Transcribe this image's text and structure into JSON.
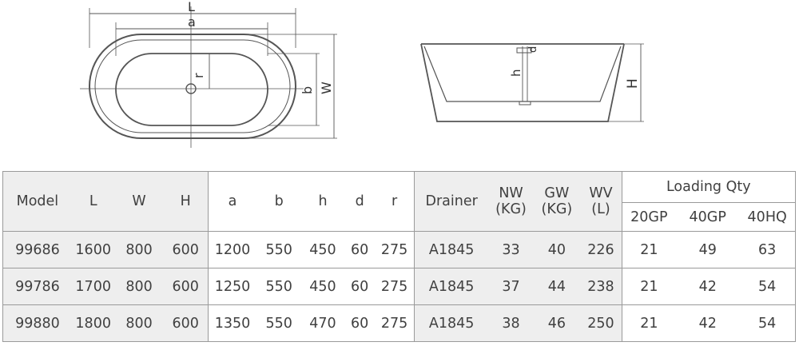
{
  "drawing": {
    "top_view": {
      "label_L": "L",
      "label_a": "a",
      "label_r": "r",
      "label_b": "b",
      "label_W": "W"
    },
    "side_view": {
      "label_h": "h",
      "label_d": "d",
      "label_H": "H"
    }
  },
  "table": {
    "headers": {
      "model": "Model",
      "L": "L",
      "W": "W",
      "H": "H",
      "a": "a",
      "b": "b",
      "h": "h",
      "d": "d",
      "r": "r",
      "drainer": "Drainer",
      "nw_1": "NW",
      "nw_2": "(KG)",
      "gw_1": "GW",
      "gw_2": "(KG)",
      "wv_1": "WV",
      "wv_2": "(L)",
      "loading": "Loading Qty",
      "gp20": "20GP",
      "gp40": "40GP",
      "hq40": "40HQ"
    },
    "rows": [
      {
        "model": "99686",
        "L": "1600",
        "W": "800",
        "H": "600",
        "a": "1200",
        "b": "550",
        "h": "450",
        "d": "60",
        "r": "275",
        "drainer": "A1845",
        "nw": "33",
        "gw": "40",
        "wv": "226",
        "gp20": "21",
        "gp40": "49",
        "hq40": "63"
      },
      {
        "model": "99786",
        "L": "1700",
        "W": "800",
        "H": "600",
        "a": "1250",
        "b": "550",
        "h": "450",
        "d": "60",
        "r": "275",
        "drainer": "A1845",
        "nw": "37",
        "gw": "44",
        "wv": "238",
        "gp20": "21",
        "gp40": "42",
        "hq40": "54"
      },
      {
        "model": "99880",
        "L": "1800",
        "W": "800",
        "H": "600",
        "a": "1350",
        "b": "550",
        "h": "470",
        "d": "60",
        "r": "275",
        "drainer": "A1845",
        "nw": "38",
        "gw": "46",
        "wv": "250",
        "gp20": "21",
        "gp40": "42",
        "hq40": "54"
      }
    ]
  }
}
